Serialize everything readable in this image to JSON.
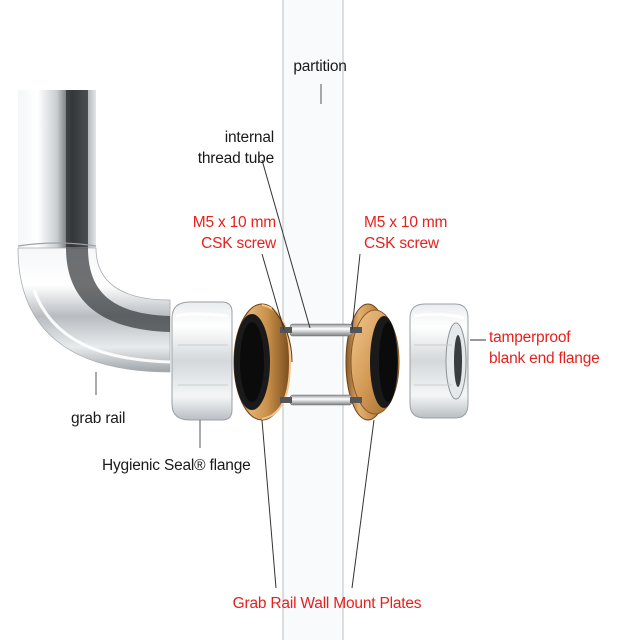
{
  "colors": {
    "label_text": "#1a1a1a",
    "highlight_text": "#e8201c",
    "brass": "#c8904a",
    "steel": "#d8dde0"
  },
  "labels": {
    "partition": "partition",
    "internal_thread_tube": [
      "internal",
      "thread tube"
    ],
    "screw_left": [
      "M5 x 10 mm",
      "CSK screw"
    ],
    "screw_right": [
      "M5 x 10 mm",
      "CSK screw"
    ],
    "blank_end_flange": [
      "tamperproof",
      "blank end flange"
    ],
    "grab_rail": "grab rail",
    "hygienic_seal_flange": "Hygienic Seal® flange",
    "wall_mount_plates": "Grab Rail Wall Mount Plates"
  }
}
